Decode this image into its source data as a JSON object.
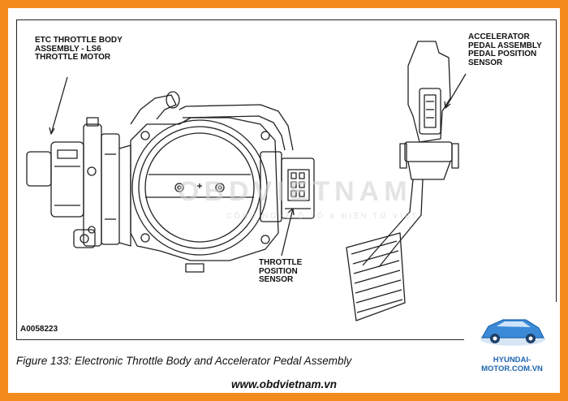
{
  "diagram": {
    "labels": {
      "etc_throttle_body": [
        "ETC THROTTLE BODY",
        "ASSEMBLY - LS6",
        "THROTTLE MOTOR"
      ],
      "accelerator_pedal": [
        "ACCELERATOR",
        "PEDAL ASSEMBLY",
        "PEDAL POSITION",
        "SENSOR"
      ],
      "throttle_position_sensor": [
        "THROTTLE",
        "POSITION",
        "SENSOR"
      ],
      "figure_id": "A0058223"
    },
    "watermark": {
      "main": "OBDVIETNAM",
      "sub": "CÔNG NGHỆ Ô TÔ & ĐIỆN TỬ VIỆT"
    }
  },
  "caption": "Figure 133: Electronic Throttle Body and Accelerator Pedal Assembly",
  "footer": "www.obdvietnam.vn",
  "logo": {
    "text": "HYUNDAI-MOTOR.COM.VN",
    "color": "#1e66b0"
  },
  "colors": {
    "border": "#f28a1e",
    "line": "#222222"
  }
}
